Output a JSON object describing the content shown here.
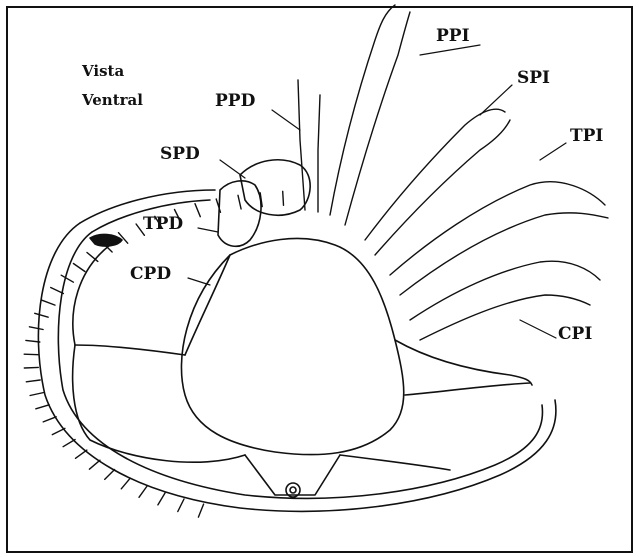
{
  "title": {
    "line1": "Vista",
    "line2": "Ventral"
  },
  "labels": {
    "ppi": "PPI",
    "spi": "SPI",
    "tpi": "TPI",
    "cpi": "CPI",
    "ppd": "PPD",
    "spd": "SPD",
    "tpd": "TPD",
    "cpd": "CPD"
  },
  "colors": {
    "line": "#111111",
    "background": "#ffffff"
  }
}
